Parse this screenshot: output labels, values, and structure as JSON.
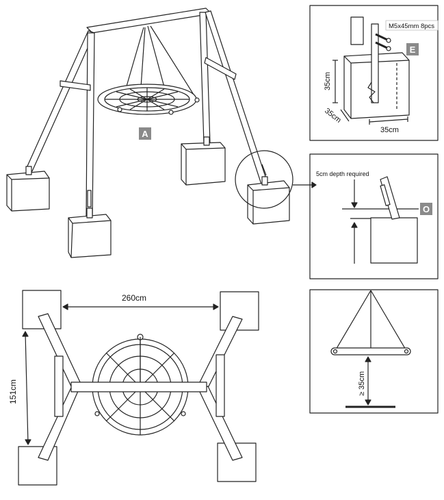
{
  "main_view": {
    "part_badge": "A"
  },
  "detail_anchor": {
    "screw_label": "M5x45mm 8pcs",
    "part_badge": "E",
    "height_label": "35cm",
    "depth_label": "35cm",
    "width_label": "35cm"
  },
  "detail_depth": {
    "depth_note": "5cm depth required",
    "part_badge": "O"
  },
  "top_view": {
    "width_label": "260cm",
    "length_label": "151cm"
  },
  "detail_seat": {
    "clearance_label": "≥ 35cm"
  },
  "colors": {
    "line": "#222222",
    "badge": "#8a8a8a",
    "background": "#ffffff"
  }
}
